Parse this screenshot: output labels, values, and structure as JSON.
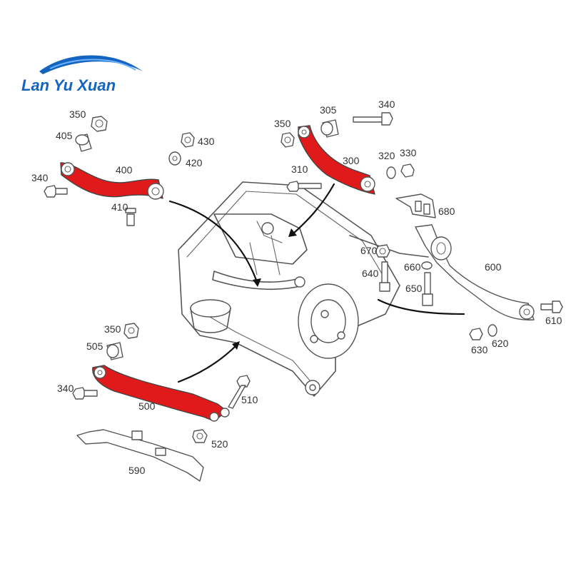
{
  "logo": {
    "text": "Lan Yu Xuan",
    "color": "#1565c0"
  },
  "highlight_color": "#e01a1a",
  "labels": {
    "p350_top": "350",
    "p405": "405",
    "p430": "430",
    "p420": "420",
    "p400": "400",
    "p340_left": "340",
    "p410": "410",
    "p305": "305",
    "p340_top": "340",
    "p350_right": "350",
    "p300": "300",
    "p320": "320",
    "p330": "330",
    "p310": "310",
    "p680": "680",
    "p670": "670",
    "p640": "640",
    "p660": "660",
    "p600": "600",
    "p650": "650",
    "p610": "610",
    "p630": "630",
    "p620": "620",
    "p350_bottom": "350",
    "p505": "505",
    "p340_bottom": "340",
    "p500": "500",
    "p510": "510",
    "p520": "520",
    "p590": "590"
  }
}
